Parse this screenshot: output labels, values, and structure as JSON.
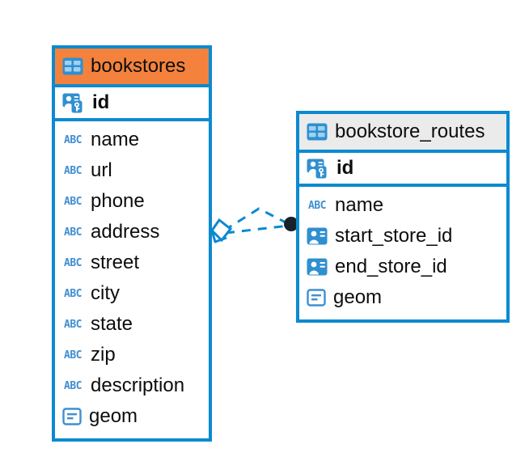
{
  "diagram": {
    "type": "entity-relationship",
    "background_color": "#ffffff",
    "accent_color": "#0b8ad0",
    "selected_header_color": "#f4823c",
    "unselected_header_color": "#ebebeb",
    "icon_blue": "#3f8fd0",
    "connector_color": "#0b8ad0",
    "connector_endpoint_color": "#17212b"
  },
  "tables": [
    {
      "name": "bookstores",
      "selected": true,
      "header_icon": "table-icon",
      "primary_key": {
        "label": "id",
        "icon": "primary-key-icon"
      },
      "columns": [
        {
          "label": "name",
          "icon": "text-type-icon",
          "type": "ABC"
        },
        {
          "label": "url",
          "icon": "text-type-icon",
          "type": "ABC"
        },
        {
          "label": "phone",
          "icon": "text-type-icon",
          "type": "ABC"
        },
        {
          "label": "address",
          "icon": "text-type-icon",
          "type": "ABC"
        },
        {
          "label": "street",
          "icon": "text-type-icon",
          "type": "ABC"
        },
        {
          "label": "city",
          "icon": "text-type-icon",
          "type": "ABC"
        },
        {
          "label": "state",
          "icon": "text-type-icon",
          "type": "ABC"
        },
        {
          "label": "zip",
          "icon": "text-type-icon",
          "type": "ABC"
        },
        {
          "label": "description",
          "icon": "text-type-icon",
          "type": "ABC"
        },
        {
          "label": "geom",
          "icon": "geometry-type-icon",
          "type": "geometry"
        }
      ]
    },
    {
      "name": "bookstore_routes",
      "selected": false,
      "header_icon": "table-icon",
      "primary_key": {
        "label": "id",
        "icon": "primary-key-icon"
      },
      "columns": [
        {
          "label": "name",
          "icon": "text-type-icon",
          "type": "ABC"
        },
        {
          "label": "start_store_id",
          "icon": "foreign-key-icon",
          "type": "fk"
        },
        {
          "label": "end_store_id",
          "icon": "foreign-key-icon",
          "type": "fk"
        },
        {
          "label": "geom",
          "icon": "geometry-type-icon",
          "type": "geometry"
        }
      ]
    }
  ],
  "relationships": [
    {
      "from_table": "bookstores",
      "to_table": "bookstore_routes",
      "from_endpoint": "diamond",
      "to_endpoint": "filled-circle",
      "style": "dashed"
    },
    {
      "from_table": "bookstores",
      "to_table": "bookstore_routes",
      "from_endpoint": "diamond",
      "to_endpoint": "filled-circle",
      "style": "dashed"
    }
  ]
}
